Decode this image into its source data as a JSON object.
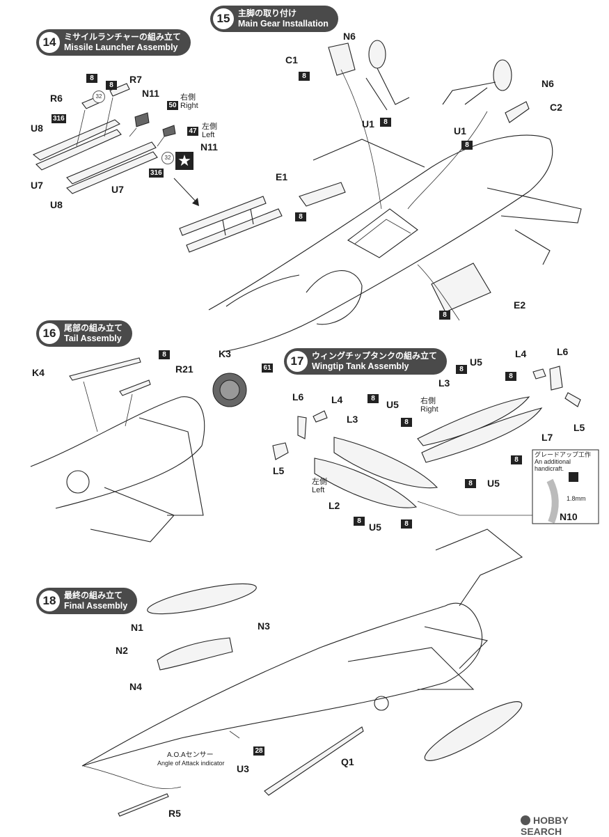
{
  "steps": {
    "s14": {
      "num": "14",
      "jp": "ミサイルランチャーの組み立て",
      "en": "Missile Launcher Assembly"
    },
    "s15": {
      "num": "15",
      "jp": "主脚の取り付け",
      "en": "Main Gear Installation"
    },
    "s16": {
      "num": "16",
      "jp": "尾部の組み立て",
      "en": "Tail Assembly"
    },
    "s17": {
      "num": "17",
      "jp": "ウィングチップタンクの組み立て",
      "en": "Wingtip Tank Assembly"
    },
    "s18": {
      "num": "18",
      "jp": "最終の組み立て",
      "en": "Final Assembly"
    }
  },
  "labels": {
    "R6": "R6",
    "R7": "R7",
    "N11": "N11",
    "U8": "U8",
    "U7": "U7",
    "C1": "C1",
    "N6": "N6",
    "C2": "C2",
    "U1": "U1",
    "E1": "E1",
    "E2": "E2",
    "K4": "K4",
    "K3": "K3",
    "R21": "R21",
    "L3": "L3",
    "L4": "L4",
    "L5": "L5",
    "L6": "L6",
    "L7": "L7",
    "L2": "L2",
    "U5": "U5",
    "N10": "N10",
    "N1": "N1",
    "N2": "N2",
    "N3": "N3",
    "N4": "N4",
    "Q1": "Q1",
    "U3": "U3",
    "R5": "R5"
  },
  "paint_codes": {
    "p8": "8",
    "p316": "316",
    "p32": "32",
    "p50": "50",
    "p47": "47",
    "p61": "61",
    "p28": "28"
  },
  "side_labels": {
    "right_jp": "右側",
    "right_en": "Right",
    "left_jp": "左側",
    "left_en": "Left"
  },
  "upgrade_note": {
    "jp": "グレードアップ工作",
    "en_line1": "An additional",
    "en_line2": "handicraft.",
    "dim": "1.8mm"
  },
  "aoa": {
    "jp": "A.O.Aセンサー",
    "en": "Angle of Attack indicator"
  },
  "watermark": "HOBBY SEARCH",
  "icons": [
    "star-icon",
    "arrow-icon",
    "drill-icon"
  ]
}
